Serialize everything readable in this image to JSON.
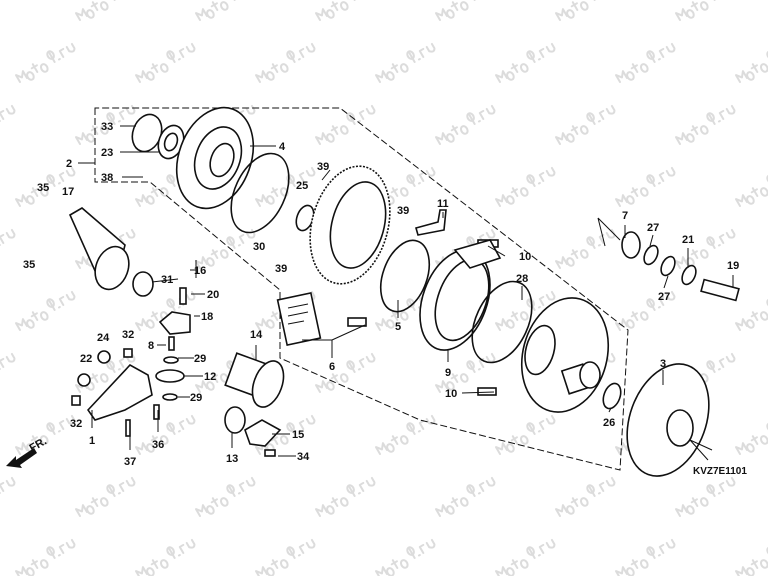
{
  "watermark": "motod.ru",
  "diagram_code": "KVZ7E1101",
  "direction_label": "FR.",
  "labels": {
    "p33": "33",
    "p23": "23",
    "p38": "38",
    "p2": "2",
    "p4": "4",
    "p35a": "35",
    "p17": "17",
    "p35b": "35",
    "p39a": "39",
    "p25": "25",
    "p30": "30",
    "p39b": "39",
    "p39c": "39",
    "p11": "11",
    "p10a": "10",
    "p16": "16",
    "p31": "31",
    "p20": "20",
    "p18": "18",
    "p24": "24",
    "p32a": "32",
    "p22": "22",
    "p8": "8",
    "p29a": "29",
    "p12": "12",
    "p29b": "29",
    "p32b": "32",
    "p1": "1",
    "p36": "36",
    "p37": "37",
    "p14": "14",
    "p13": "13",
    "p15": "15",
    "p34": "34",
    "p6": "6",
    "p5": "5",
    "p9": "9",
    "p28": "28",
    "p10b": "10",
    "p7": "7",
    "p27a": "27",
    "p21": "21",
    "p19": "19",
    "p27b": "27",
    "p3": "3",
    "p26": "26"
  }
}
